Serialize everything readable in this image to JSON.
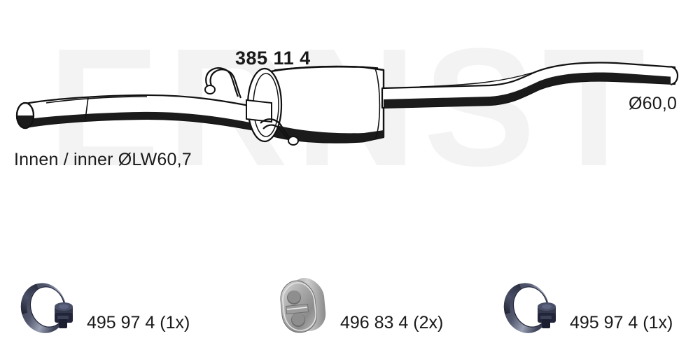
{
  "watermark": {
    "text": "ERNST"
  },
  "product": {
    "part_number": "385 11 4",
    "inlet_label": "Innen / inner ØLW60,7",
    "outlet_label": "Ø60,0",
    "inlet_diameter": "60,7",
    "outlet_diameter": "60,0",
    "type": "exhaust-middle-silencer"
  },
  "accessories": [
    {
      "icon": "pipe-clamp-icon",
      "label": "495 97 4 (1x)",
      "part_number": "495 97 4",
      "quantity": "1x",
      "color": "#3a3f55"
    },
    {
      "icon": "rubber-mount-icon",
      "label": "496 83 4 (2x)",
      "part_number": "496 83 4",
      "quantity": "2x",
      "color": "#9a9a9a"
    },
    {
      "icon": "pipe-clamp-icon",
      "label": "495 97 4 (1x)",
      "part_number": "495 97 4",
      "quantity": "1x",
      "color": "#3a3f55"
    }
  ],
  "colors": {
    "line": "#111111",
    "shade": "#1b1b1b",
    "watermark": "#f3f3f3",
    "background": "#ffffff"
  }
}
